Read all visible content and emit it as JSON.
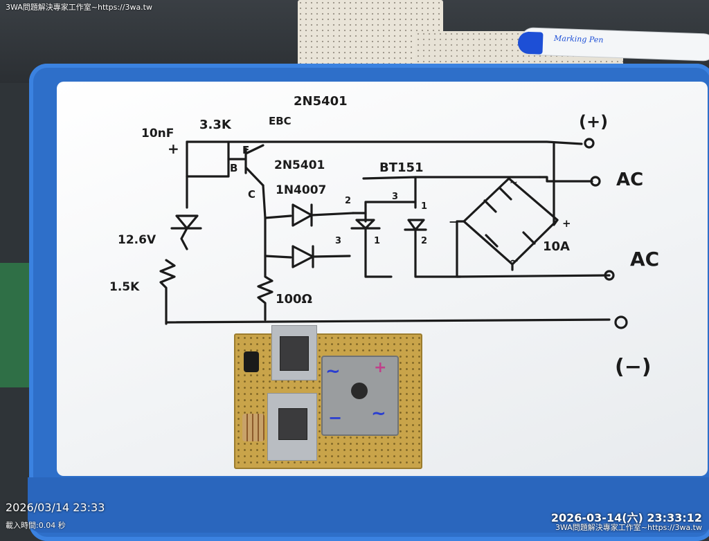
{
  "watermark": {
    "top": "3WA問題解決專家工作室~https://3wa.tw",
    "date": "2026/03/14 23:33",
    "load_time": "載入時間:0.04 秒",
    "timestamp": "2026-03-14(六) 23:33:12",
    "bottom": "3WA問題解決專家工作室~https://3wa.tw"
  },
  "marker": {
    "label": "Marking Pen"
  },
  "schematic": {
    "top_label": "2N5401",
    "cap": "10nF",
    "res_33": "3.3K",
    "ebc": "EBC",
    "plus_sign": "+",
    "transistor_e": "E",
    "transistor_b": "B",
    "transistor_c": "C",
    "transistor2": "2N5401",
    "diode_label": "1N4007",
    "scr_label": "BT151",
    "zener": "12.6V",
    "res_15": "1.5K",
    "res_100": "100Ω",
    "pos_terminal": "(+)",
    "ac1": "AC",
    "ac2": "AC",
    "neg_terminal": "(−)",
    "bridge_rating": "10A",
    "bridge_plus": "+",
    "bridge_minus": "−",
    "bridge_tilde": "~",
    "bridge_tilde2": "~",
    "pin_2a": "2",
    "pin_3a": "3",
    "pin_1a": "1",
    "pin_3b": "3",
    "pin_1b": "1",
    "pin_2b": "2"
  },
  "pcb_labels": {
    "tilde_left": "~",
    "plus": "+",
    "minus": "−",
    "tilde_right": "~"
  }
}
